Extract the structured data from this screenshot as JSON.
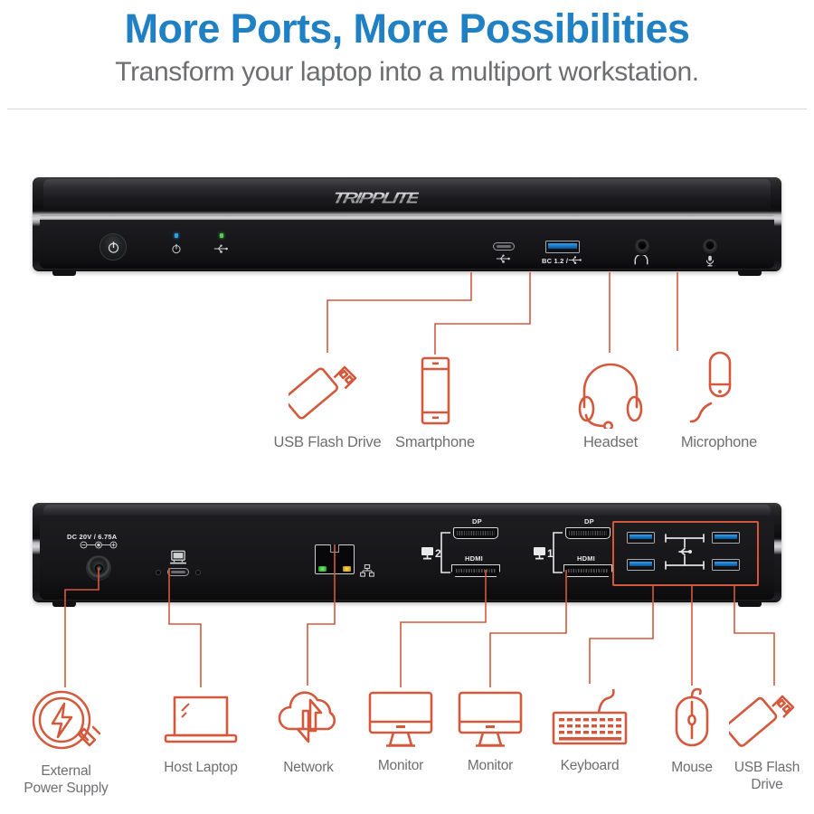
{
  "header": {
    "title": "More Ports, More Possibilities",
    "subtitle": "Transform your laptop into a multiport workstation.",
    "title_color": "#2080c4",
    "subtitle_color": "#6d6e70"
  },
  "accent_color": "#d4593c",
  "front_dock": {
    "brand_logo": "TRIPPLITE",
    "indicators": [
      {
        "name": "power-led",
        "color": "#2f9fe8",
        "icon": "power-icon"
      },
      {
        "name": "usb-led",
        "color": "#4fcf4f",
        "icon": "usb-icon"
      }
    ],
    "buttons": [
      {
        "name": "power-button",
        "icon": "power-icon"
      }
    ],
    "ports": [
      {
        "id": "usb-c-front",
        "type": "usb-c",
        "silk": "",
        "icon": "usb-icon"
      },
      {
        "id": "usb-a-bc12",
        "type": "usb-a-3.0",
        "silk": "BC 1.2 /",
        "icon": "usb-icon"
      },
      {
        "id": "headphone-jack",
        "type": "audio-jack",
        "silk": "",
        "icon": "headphone-icon"
      },
      {
        "id": "microphone-jack",
        "type": "audio-jack",
        "silk": "",
        "icon": "microphone-icon"
      }
    ]
  },
  "rear_dock": {
    "ports": [
      {
        "id": "dc-in",
        "type": "barrel-jack",
        "silk": "DC 20V / 6.75A",
        "icon": "polarity-icon"
      },
      {
        "id": "usb-c-host",
        "type": "usb-c",
        "silk": "",
        "icon": "computer-icon"
      },
      {
        "id": "ethernet",
        "type": "rj45",
        "silk": "",
        "icon": "lan-icon"
      },
      {
        "id": "dp-2",
        "type": "displayport",
        "silk": "DP",
        "group": "2"
      },
      {
        "id": "hdmi-2",
        "type": "hdmi",
        "silk": "HDMI",
        "group": "2"
      },
      {
        "id": "dp-1",
        "type": "displayport",
        "silk": "DP",
        "group": "1"
      },
      {
        "id": "hdmi-1",
        "type": "hdmi",
        "silk": "HDMI",
        "group": "1"
      },
      {
        "id": "usb-a-1",
        "type": "usb-a-3.0",
        "silk": ""
      },
      {
        "id": "usb-a-2",
        "type": "usb-a-3.0",
        "silk": ""
      },
      {
        "id": "usb-a-3",
        "type": "usb-a-3.0",
        "silk": ""
      },
      {
        "id": "usb-a-4",
        "type": "usb-a-3.0",
        "silk": ""
      }
    ],
    "video_groups": [
      {
        "label": "2",
        "icon": "monitor-icon"
      },
      {
        "label": "1",
        "icon": "monitor-icon"
      }
    ]
  },
  "front_callouts": [
    {
      "label": "USB Flash Drive",
      "icon": "usb-flash-drive-icon"
    },
    {
      "label": "Smartphone",
      "icon": "smartphone-icon"
    },
    {
      "label": "Headset",
      "icon": "headset-icon"
    },
    {
      "label": "Microphone",
      "icon": "microphone-icon"
    }
  ],
  "rear_callouts": [
    {
      "label": "External\nPower Supply",
      "icon": "power-supply-icon"
    },
    {
      "label": "Host Laptop",
      "icon": "laptop-icon"
    },
    {
      "label": "Network",
      "icon": "cloud-network-icon"
    },
    {
      "label": "Monitor",
      "icon": "monitor-icon"
    },
    {
      "label": "Monitor",
      "icon": "monitor-icon"
    },
    {
      "label": "Keyboard",
      "icon": "keyboard-icon"
    },
    {
      "label": "Mouse",
      "icon": "mouse-icon"
    },
    {
      "label": "USB Flash\nDrive",
      "icon": "usb-flash-drive-icon"
    }
  ]
}
